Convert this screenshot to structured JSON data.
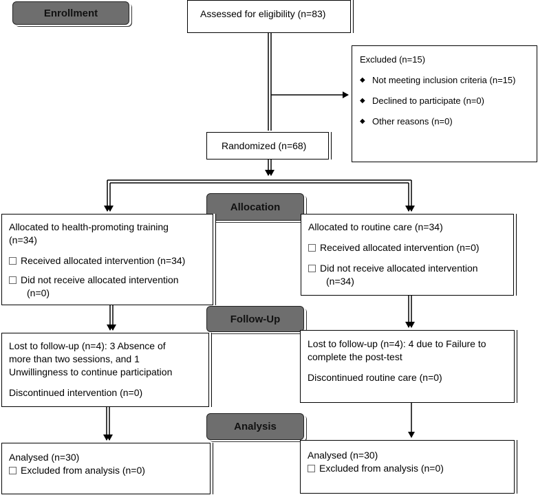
{
  "stages": {
    "enrollment": "Enrollment",
    "allocation": "Allocation",
    "follow_up": "Follow-Up",
    "analysis": "Analysis"
  },
  "assessed": "Assessed for eligibility (n=83)",
  "excluded": {
    "title": "Excluded (n=15)",
    "items": [
      "Not meeting inclusion criteria (n=15)",
      "Declined to participate (n=0)",
      "Other reasons (n=0)"
    ]
  },
  "randomized": "Randomized (n=68)",
  "left_allocation": {
    "title_line1": "Allocated to health-promoting training",
    "title_line2": "(n=34)",
    "received": "Received allocated intervention (n=34)",
    "not_received_line1": "Did not receive allocated intervention",
    "not_received_line2": "(n=0)"
  },
  "right_allocation": {
    "title": "Allocated to routine care (n=34)",
    "received": "Received allocated intervention (n=0)",
    "not_received_line1": "Did not receive allocated intervention",
    "not_received_line2": "(n=34)"
  },
  "left_followup": {
    "line1": "Lost to follow-up (n=4): 3 Absence of",
    "line2": "more than two sessions, and 1",
    "line3": "Unwillingness to continue participation",
    "discontinued": "Discontinued intervention (n=0)"
  },
  "right_followup": {
    "line1": "Lost to follow-up (n=4): 4 due to Failure to",
    "line2": "complete the post-test",
    "discontinued": "Discontinued routine care (n=0)"
  },
  "left_analysis": {
    "analysed": "Analysed (n=30)",
    "excluded": "Excluded from analysis (n=0)"
  },
  "right_analysis": {
    "analysed": "Analysed (n=30)",
    "excluded": "Excluded from analysis (n=0)"
  }
}
